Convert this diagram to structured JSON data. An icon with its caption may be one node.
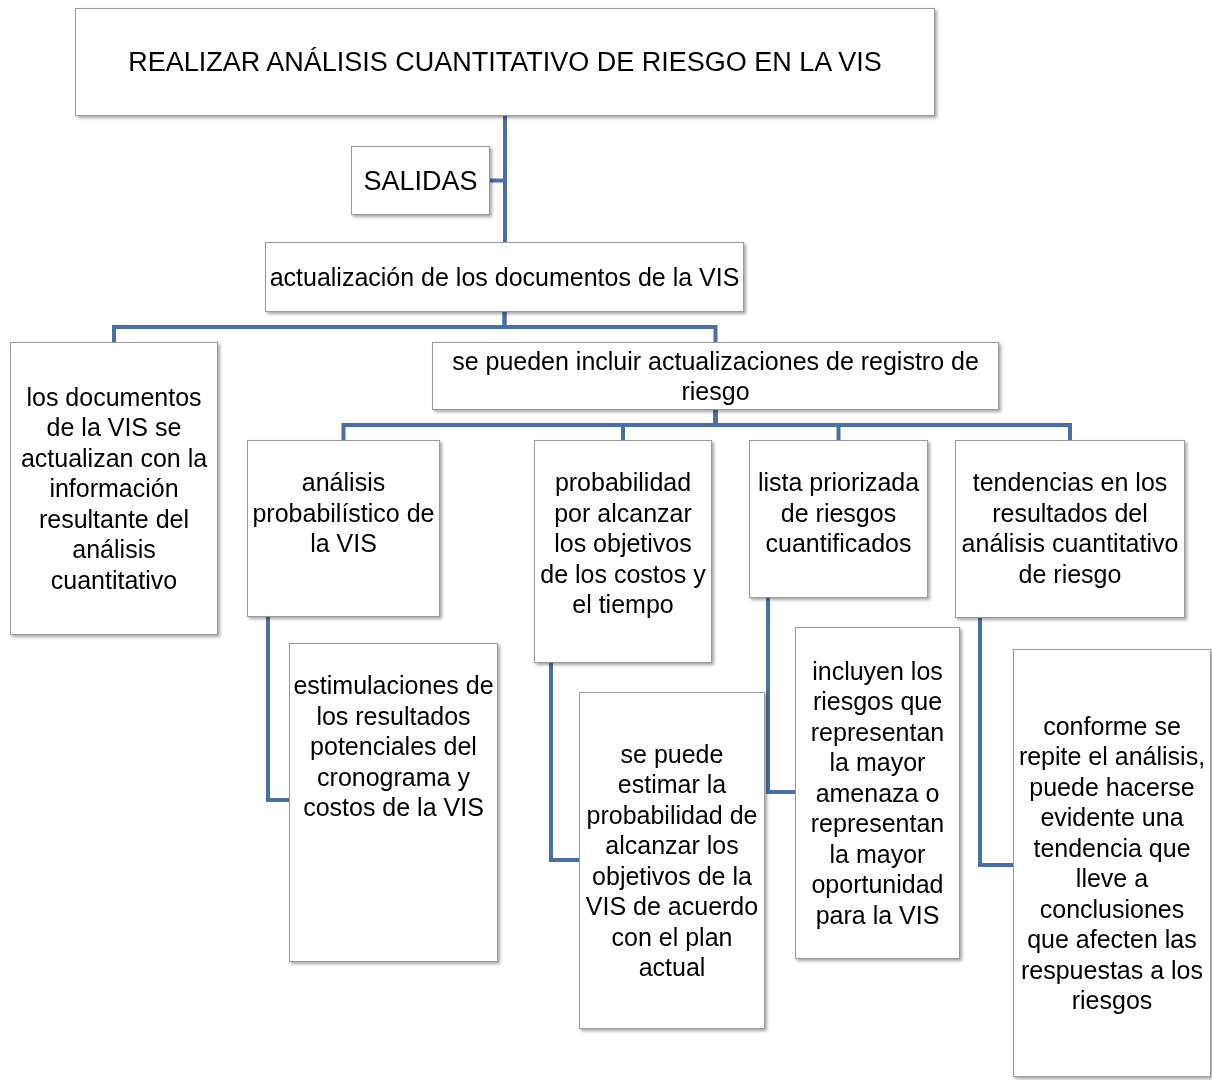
{
  "diagram": {
    "nodes": [
      {
        "text": [
          "REALIZAR ANÁLISIS CUANTITATIVO DE RIESGO EN LA VIS"
        ]
      },
      {
        "text": [
          "SALIDAS"
        ]
      },
      {
        "text": [
          "actualización de los documentos de la VIS"
        ]
      },
      {
        "text": [
          "los documentos de la VIS se actualizan con la información resultante del análisis cuantitativo"
        ]
      },
      {
        "text": [
          "se pueden incluir actualizaciones de registro de riesgo"
        ]
      },
      {
        "text": [
          "análisis probabilístico de la VIS"
        ]
      },
      {
        "text": [
          "probabilidad por alcanzar los objetivos de los costos y el tiempo"
        ]
      },
      {
        "text": [
          "lista priorizada de riesgos cuantificados"
        ]
      },
      {
        "text": [
          "tendencias en los resultados del análisis cuantitativo de riesgo"
        ]
      },
      {
        "text": [
          "estimulaciones de los resultados potenciales del cronograma y costos de la VIS"
        ]
      },
      {
        "text": [
          "se puede estimar la probabilidad de alcanzar los objetivos de la VIS de acuerdo con el plan actual"
        ]
      },
      {
        "text": [
          "incluyen los riesgos que representan la mayor amenaza o representan la mayor oportunidad para la VIS"
        ]
      },
      {
        "text": [
          "conforme se repite el análisis, puede hacerse evidente una tendencia que lleve a conclusiones que afecten las respuestas a los riesgos"
        ]
      }
    ],
    "edges": [
      {
        "from": 0,
        "to": 1,
        "arrow": "none"
      },
      {
        "from": 0,
        "to": 2,
        "arrow": "none"
      },
      {
        "from": 2,
        "to": 3,
        "arrow": "none"
      },
      {
        "from": 2,
        "to": 4,
        "arrow": "none"
      },
      {
        "from": 4,
        "to": 5,
        "arrow": "none"
      },
      {
        "from": 4,
        "to": 6,
        "arrow": "none"
      },
      {
        "from": 4,
        "to": 7,
        "arrow": "none"
      },
      {
        "from": 4,
        "to": 8,
        "arrow": "none"
      },
      {
        "from": 5,
        "to": 9,
        "arrow": "none"
      },
      {
        "from": 6,
        "to": 10,
        "arrow": "none"
      },
      {
        "from": 7,
        "to": 11,
        "arrow": "none"
      },
      {
        "from": 8,
        "to": 12,
        "arrow": "none"
      }
    ]
  }
}
